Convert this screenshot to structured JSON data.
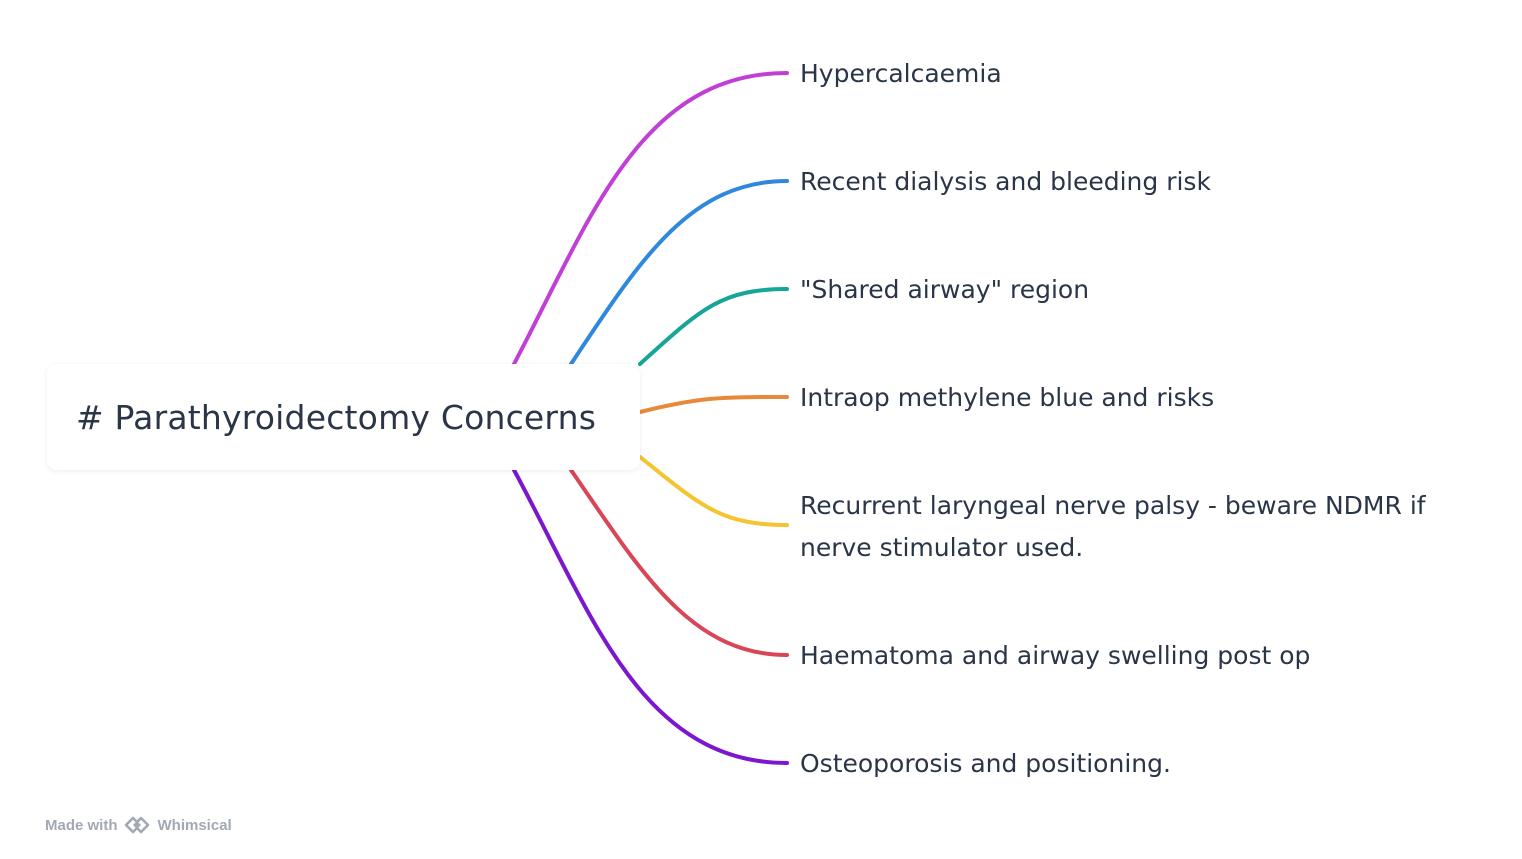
{
  "root": {
    "title": "# Parathyroidectomy Concerns"
  },
  "branches": [
    {
      "label": "Hypercalcaemia",
      "color": "#c13fd6"
    },
    {
      "label": "Recent dialysis and bleeding risk",
      "color": "#2f88dc"
    },
    {
      "label": "\"Shared airway\" region",
      "color": "#16a596"
    },
    {
      "label": "Intraop methylene blue and risks",
      "color": "#e8893a"
    },
    {
      "label": "Recurrent laryngeal nerve palsy - beware NDMR if nerve stimulator used.",
      "color": "#f4c431"
    },
    {
      "label": "Haematoma and airway swelling post op",
      "color": "#d84657"
    },
    {
      "label": "Osteoporosis and positioning.",
      "color": "#7a17cf"
    }
  ],
  "footer": {
    "made_with": "Made with",
    "brand": "Whimsical",
    "logo_icon": "whimsical-logo-icon"
  }
}
